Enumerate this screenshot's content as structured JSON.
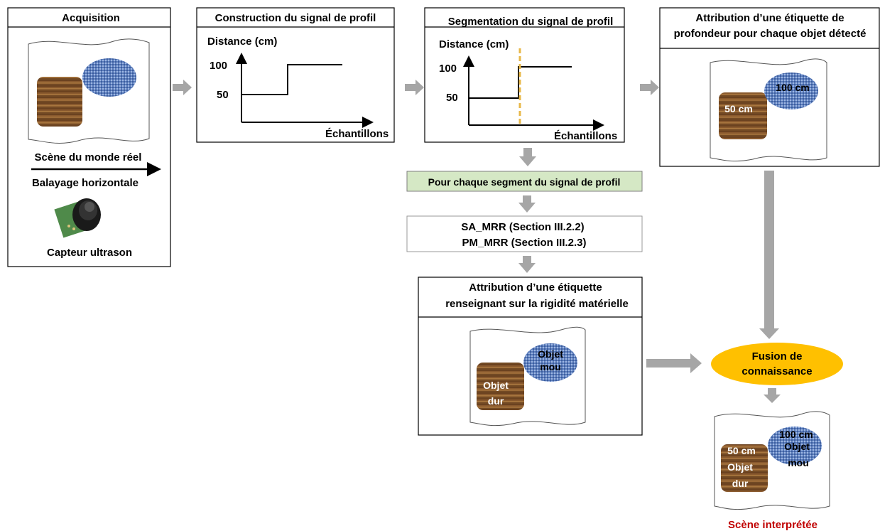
{
  "acquisition": {
    "title": "Acquisition",
    "scene_label": "Scène du monde réel",
    "sweep_label": "Balayage horizontale",
    "sensor_label": "Capteur ultrason"
  },
  "construction": {
    "title": "Construction du signal de profil",
    "ylabel": "Distance (cm)",
    "xlabel": "Échantillons",
    "tick_100": "100",
    "tick_50": "50"
  },
  "segmentation": {
    "title": "Segmentation du signal de profil",
    "ylabel": "Distance (cm)",
    "xlabel": "Échantillons",
    "tick_100": "100",
    "tick_50": "50"
  },
  "depth_label": {
    "title_line1": "Attribution d’une étiquette de",
    "title_line2": "profondeur pour chaque objet détecté",
    "far_label": "100 cm",
    "near_label": "50 cm"
  },
  "per_segment": {
    "label": "Pour chaque segment du signal de profil"
  },
  "methods": {
    "line1": "SA_MRR  (Section III.2.2)",
    "line2": "PM_MRR (Section III.2.3)"
  },
  "rigidity": {
    "title_line1": "Attribution d’une étiquette",
    "title_line2": "renseignant sur la rigidité matérielle",
    "soft_line1": "Objet",
    "soft_line2": "mou",
    "hard_line1": "Objet",
    "hard_line2": "dur"
  },
  "fusion": {
    "line1": "Fusion de",
    "line2": "connaissance"
  },
  "result": {
    "far_label": "100 cm",
    "soft_line1": "Objet",
    "soft_line2": "mou",
    "near_label": "50 cm",
    "hard_line1": "Objet",
    "hard_line2": "dur",
    "caption": "Scène interprétée"
  },
  "colors": {
    "arrow": "#a6a6a6",
    "per_segment_fill": "#d5e8c5",
    "fusion_fill": "#ffc000",
    "dashed_marker": "#e8b84a",
    "caption": "#c00000",
    "wood": "#8a5a2e",
    "fabric": "#5b7fc0"
  }
}
